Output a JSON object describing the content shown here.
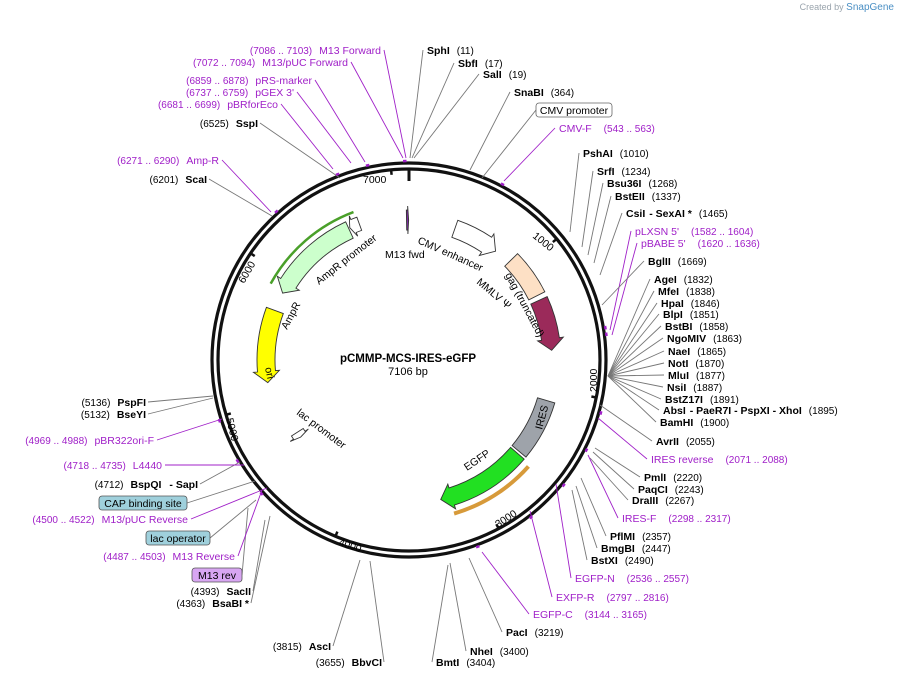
{
  "brand": {
    "created_by": "Created by",
    "name": "SnapGene"
  },
  "plasmid": {
    "name": "pCMMP-MCS-IRES-eGFP",
    "length": "7106 bp",
    "total_bp": 7106
  },
  "ticks": [
    "1000",
    "2000",
    "3000",
    "4000",
    "5000",
    "6000",
    "7000"
  ],
  "features": [
    {
      "label": "CMV enhancer",
      "start": 380,
      "end": 760,
      "color": "#ffffff",
      "dir": 1
    },
    {
      "label": "MMLV Ψ",
      "start": 900,
      "end": 1250,
      "color": "#fde0c5",
      "dir": 0
    },
    {
      "label": "gag (truncated)",
      "start": 1290,
      "end": 1700,
      "color": "#9b2a5a",
      "dir": 1
    },
    {
      "label": "IRES",
      "start": 2100,
      "end": 2560,
      "color": "#9ea3aa",
      "dir": 0
    },
    {
      "label": "EGFP",
      "start": 2580,
      "end": 3300,
      "color": "#22e022",
      "dir": 1
    },
    {
      "label": "lac promoter",
      "start": 4630,
      "end": 4680,
      "color": "#ffffff",
      "dir": -1
    },
    {
      "label": "ori",
      "start": 5150,
      "end": 5730,
      "color": "#ffff00",
      "dir": -1
    },
    {
      "label": "AmpR",
      "start": 5880,
      "end": 6620,
      "color": "#ccffcc",
      "dir": -1
    },
    {
      "label": "AmpR promoter",
      "start": 6630,
      "end": 6710,
      "color": "#ffffff",
      "dir": -1
    },
    {
      "label": "M13 fwd",
      "start": 7086,
      "end": 7103,
      "color": "#7a2d9c",
      "dir": 1
    }
  ],
  "enzymes": [
    {
      "name": "SphI",
      "pos": "(11)"
    },
    {
      "name": "SbfI",
      "pos": "(17)"
    },
    {
      "name": "SalI",
      "pos": "(19)"
    },
    {
      "name": "SnaBI",
      "pos": "(364)"
    },
    {
      "name": "PshAI",
      "pos": "(1010)"
    },
    {
      "name": "SrfI",
      "pos": "(1234)"
    },
    {
      "name": "Bsu36I",
      "pos": "(1268)"
    },
    {
      "name": "BstEII",
      "pos": "(1337)"
    },
    {
      "name": "CsiI",
      "extra": "- SexAI *",
      "pos": "(1465)"
    },
    {
      "name": "BglII",
      "pos": "(1669)"
    },
    {
      "name": "AgeI",
      "pos": "(1832)"
    },
    {
      "name": "MfeI",
      "pos": "(1838)"
    },
    {
      "name": "HpaI",
      "pos": "(1846)"
    },
    {
      "name": "BlpI",
      "pos": "(1851)"
    },
    {
      "name": "BstBI",
      "pos": "(1858)"
    },
    {
      "name": "NgoMIV",
      "pos": "(1863)"
    },
    {
      "name": "NaeI",
      "pos": "(1865)"
    },
    {
      "name": "NotI",
      "pos": "(1870)"
    },
    {
      "name": "MluI",
      "pos": "(1877)"
    },
    {
      "name": "NsiI",
      "pos": "(1887)"
    },
    {
      "name": "BstZ17I",
      "pos": "(1891)"
    },
    {
      "name": "AbsI",
      "extra": "- PaeR7I - PspXI - XhoI",
      "pos": "(1895)"
    },
    {
      "name": "BamHI",
      "pos": "(1900)"
    },
    {
      "name": "AvrII",
      "pos": "(2055)"
    },
    {
      "name": "PmlI",
      "pos": "(2220)"
    },
    {
      "name": "PaqCI",
      "pos": "(2243)"
    },
    {
      "name": "DraIII",
      "pos": "(2267)"
    },
    {
      "name": "PflMI",
      "pos": "(2357)"
    },
    {
      "name": "BmgBI",
      "pos": "(2447)"
    },
    {
      "name": "BstXI",
      "pos": "(2490)"
    },
    {
      "name": "PacI",
      "pos": "(3219)"
    },
    {
      "name": "NheI",
      "pos": "(3400)"
    },
    {
      "name": "BmtI",
      "pos": "(3404)"
    },
    {
      "name": "BbvCI",
      "pos": "(3655)"
    },
    {
      "name": "AscI",
      "pos": "(3815)"
    },
    {
      "name": "SacII",
      "pos": "(4393)"
    },
    {
      "name": "BsaBI *",
      "pos": "(4363)"
    },
    {
      "name": "BspQI",
      "extra": "- SapI",
      "pos": "(4712)"
    },
    {
      "name": "BseYI",
      "pos": "(5132)"
    },
    {
      "name": "PspFI",
      "pos": "(5136)"
    },
    {
      "name": "ScaI",
      "pos": "(6201)"
    },
    {
      "name": "SspI",
      "pos": "(6525)"
    }
  ],
  "primers": [
    {
      "name": "M13 Forward",
      "pos": "(7086 .. 7103)"
    },
    {
      "name": "M13/pUC Forward",
      "pos": "(7072 .. 7094)"
    },
    {
      "name": "pRS-marker",
      "pos": "(6859 .. 6878)"
    },
    {
      "name": "pGEX 3'",
      "pos": "(6737 .. 6759)"
    },
    {
      "name": "pBRforEco",
      "pos": "(6681 .. 6699)"
    },
    {
      "name": "Amp-R",
      "pos": "(6271 .. 6290)"
    },
    {
      "name": "CMV-F",
      "pos": "(543 .. 563)"
    },
    {
      "name": "pLXSN 5'",
      "pos": "(1582 .. 1604)"
    },
    {
      "name": "pBABE 5'",
      "pos": "(1620 .. 1636)"
    },
    {
      "name": "IRES reverse",
      "pos": "(2071 .. 2088)"
    },
    {
      "name": "IRES-F",
      "pos": "(2298 .. 2317)"
    },
    {
      "name": "EGFP-N",
      "pos": "(2536 .. 2557)"
    },
    {
      "name": "EXFP-R",
      "pos": "(2797 .. 2816)"
    },
    {
      "name": "EGFP-C",
      "pos": "(3144 .. 3165)"
    },
    {
      "name": "pBR322ori-F",
      "pos": "(4969 .. 4988)"
    },
    {
      "name": "L4440",
      "pos": "(4718 .. 4735)"
    },
    {
      "name": "M13/pUC Reverse",
      "pos": "(4500 .. 4522)"
    },
    {
      "name": "M13 Reverse",
      "pos": "(4487 .. 4503)"
    }
  ],
  "boxed_labels": [
    {
      "name": "CMV promoter",
      "fill": "#ffffff",
      "stroke": "#666666"
    },
    {
      "name": "CAP binding site",
      "fill": "#9fd0dc",
      "stroke": "#555555"
    },
    {
      "name": "lac operator",
      "fill": "#9fd0dc",
      "stroke": "#555555"
    },
    {
      "name": "M13 rev",
      "fill": "#d8a6f2",
      "stroke": "#555555"
    }
  ]
}
